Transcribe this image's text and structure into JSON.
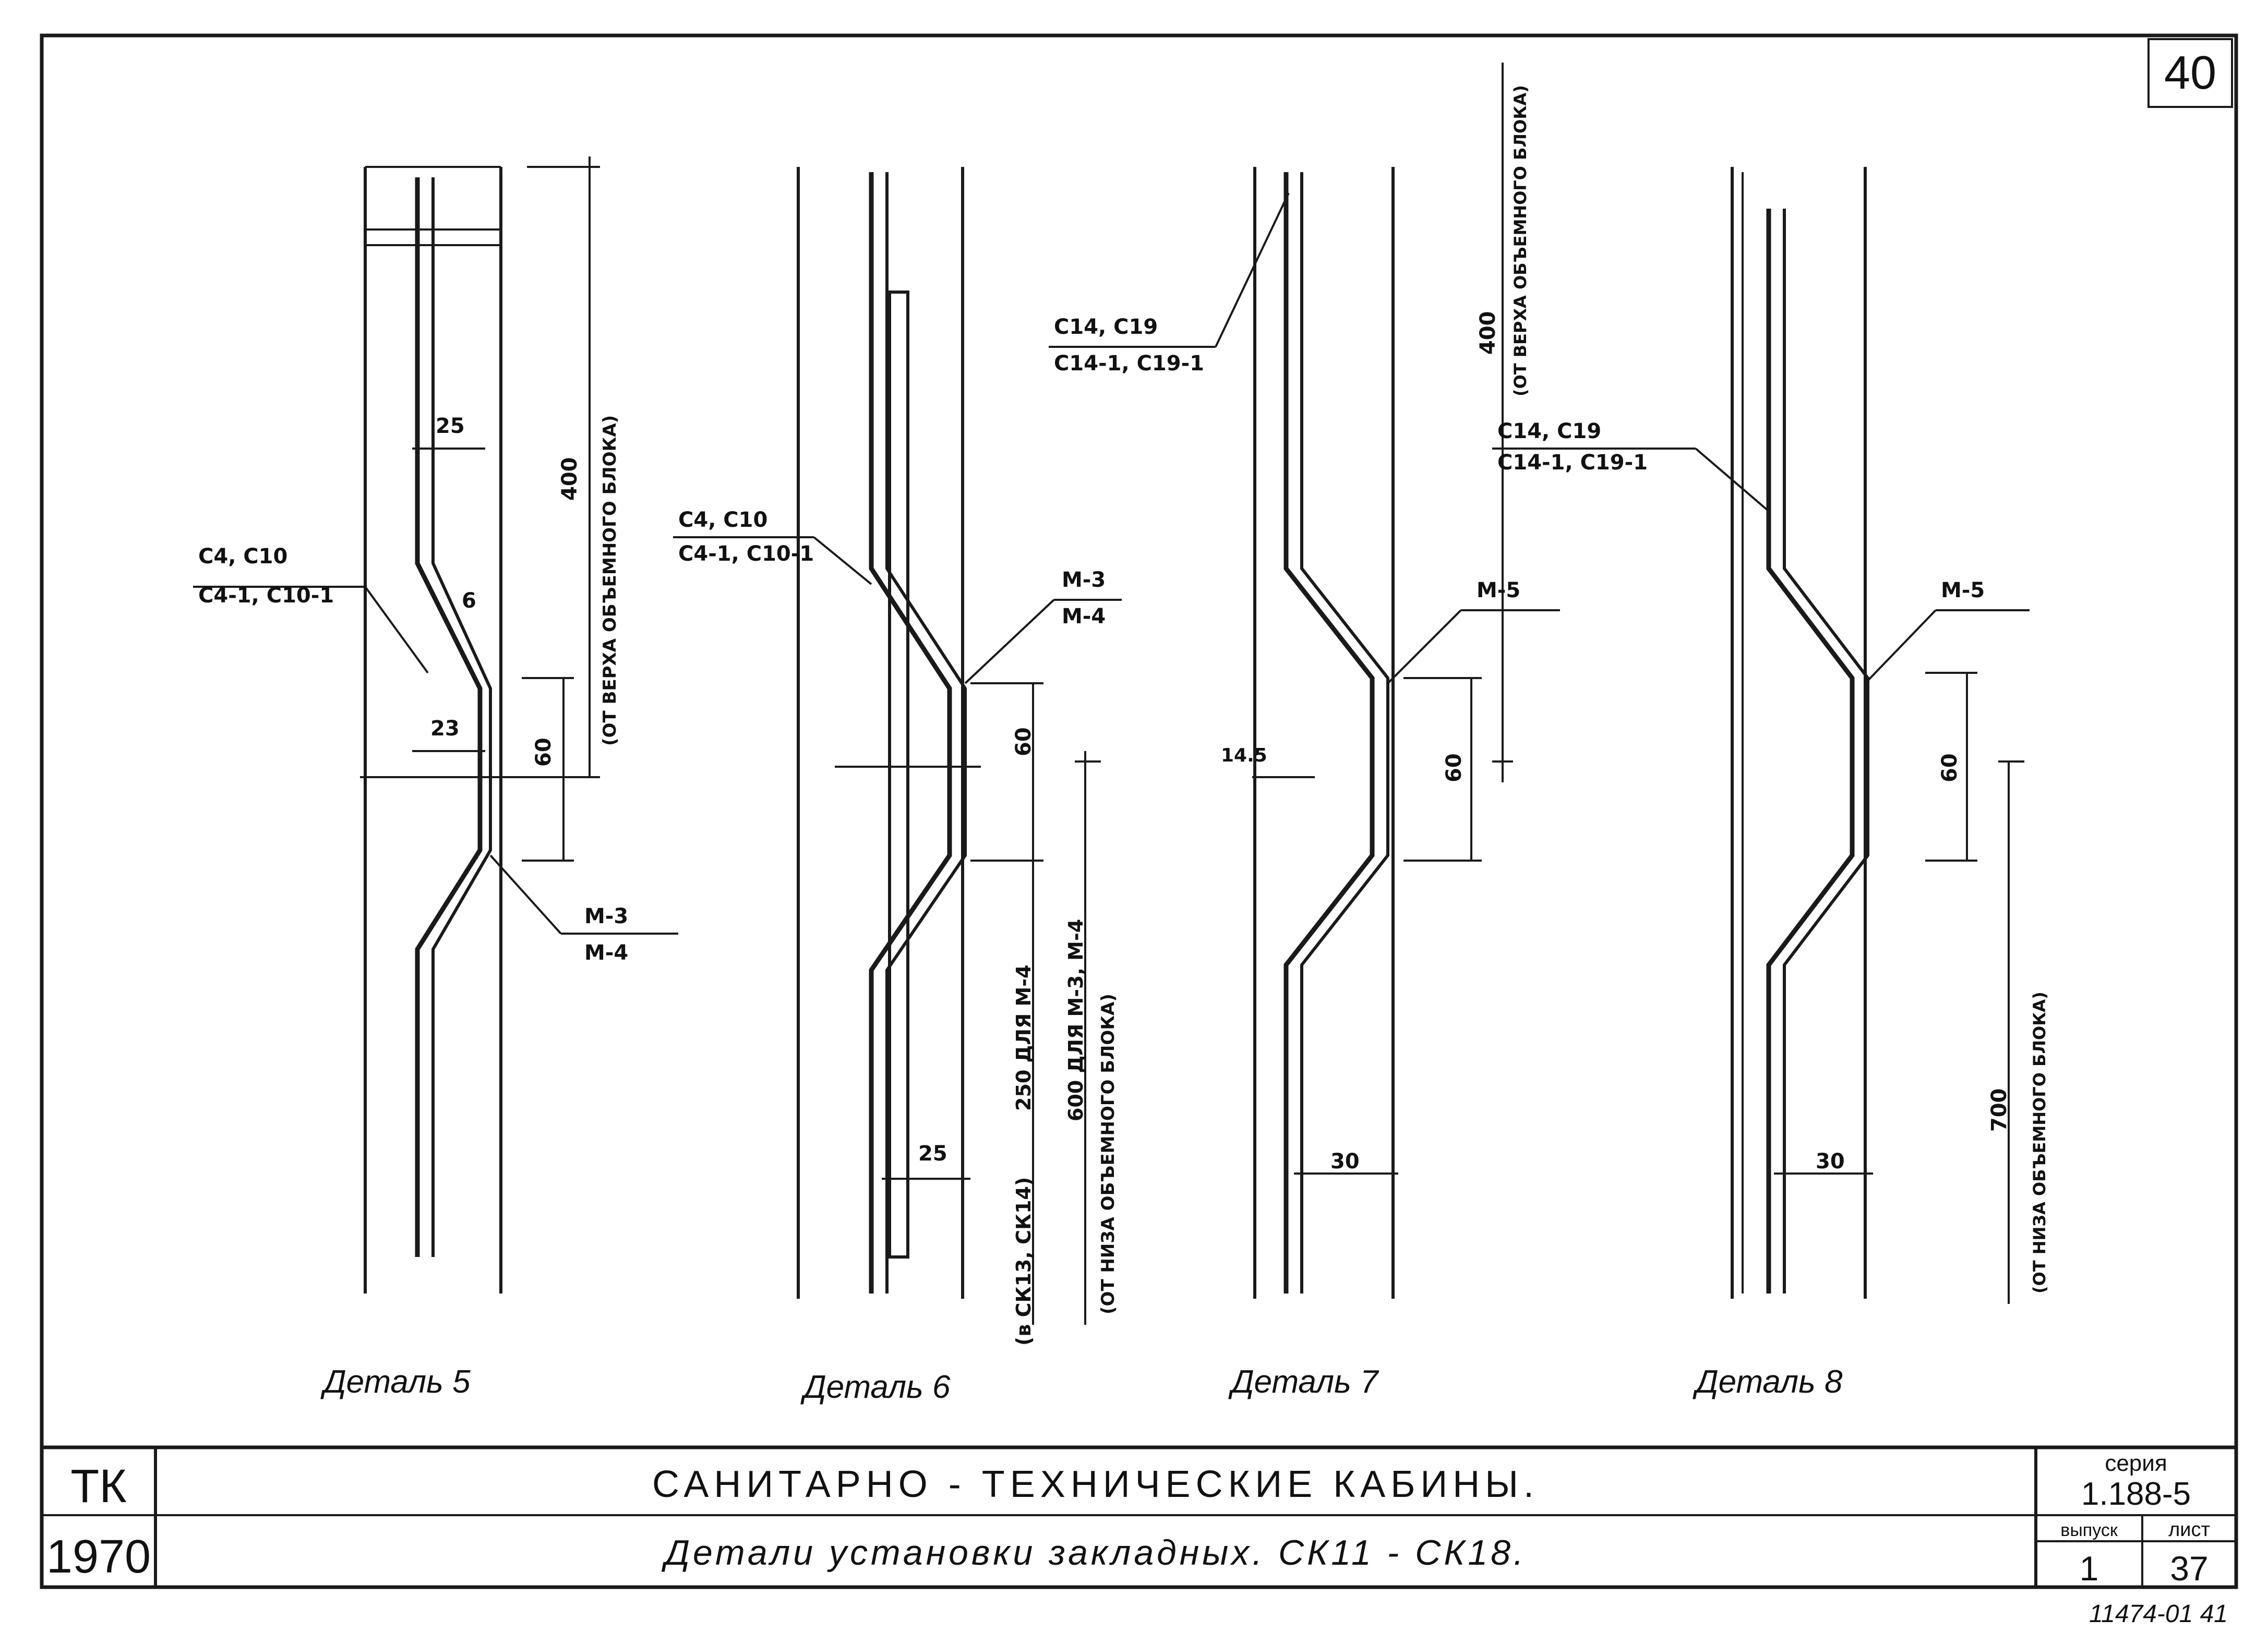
{
  "sheet_number": "40",
  "details": [
    {
      "caption": "Деталь 5",
      "label_top": "С4, С10",
      "label_bottom": "С4-1, С10-1",
      "mark_top": "М-3",
      "mark_bottom": "М-4",
      "dim_1": "25",
      "dim_2": "23",
      "dim_3": "6",
      "dim_60": "60",
      "dim_long": "400",
      "dim_long_note": "(ОТ ВЕРХА ОБЪЕМНОГО БЛОКА)"
    },
    {
      "caption": "Деталь 6",
      "label_top": "С4, С10",
      "label_bottom": "С4-1, С10-1",
      "mark_top": "М-3",
      "mark_bottom": "М-4",
      "dim_1": "25",
      "dim_60": "60",
      "dim_250": "250 ДЛЯ М-4",
      "dim_250_note": "(в СК13, СК14)",
      "dim_600": "600 ДЛЯ М-3, М-4",
      "dim_600_note": "(ОТ НИЗА ОБЪЕМНОГО БЛОКА)"
    },
    {
      "caption": "Деталь 7",
      "label_top": "С14, С19",
      "label_bottom": "С14-1, С19-1",
      "mark": "М-5",
      "dim_1": "14.5",
      "dim_2": "30",
      "dim_60": "60",
      "dim_long": "400",
      "dim_long_note": "(ОТ ВЕРХА ОБЪЕМНОГО БЛОКА)"
    },
    {
      "caption": "Деталь 8",
      "label_top": "С14, С19",
      "label_bottom": "С14-1, С19-1",
      "mark": "М-5",
      "dim_1": "30",
      "dim_60": "60",
      "dim_long": "700",
      "dim_long_note": "(ОТ НИЗА ОБЪЕМНОГО БЛОКА)"
    }
  ],
  "title_block": {
    "org": "ТК",
    "year": "1970",
    "title": "САНИТАРНО - ТЕХНИЧЕСКИЕ КАБИНЫ.",
    "subtitle": "Детали установки закладных. СК11 - СК18.",
    "series_label": "серия",
    "series_value": "1.188-5",
    "issue_label": "выпуск",
    "issue_value": "1",
    "sheet_label": "лист",
    "sheet_value": "37"
  },
  "footer_code": "11474-01 41"
}
